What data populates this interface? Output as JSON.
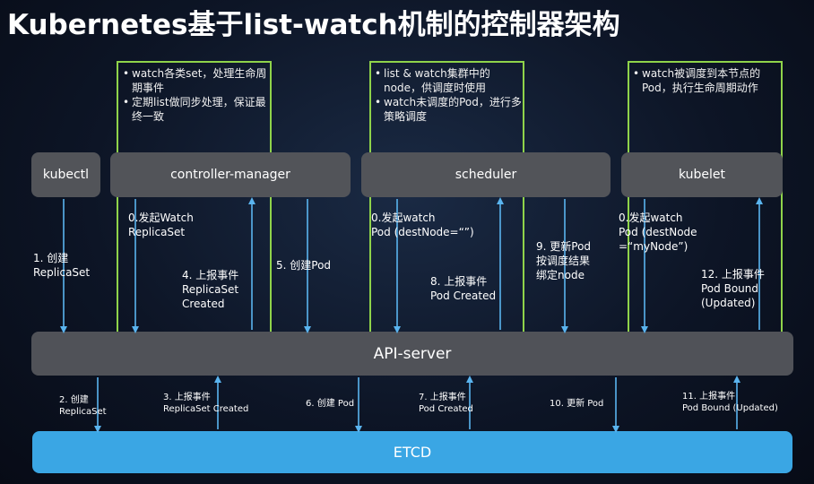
{
  "title": "Kubernetes基于list-watch机制的控制器架构",
  "components": {
    "kubectl": "kubectl",
    "controller_manager": "controller-manager",
    "scheduler": "scheduler",
    "kubelet": "kubelet",
    "api_server": "API-server",
    "etcd": "ETCD"
  },
  "notes": {
    "controller_manager": [
      "watch各类set，处理生命周期事件",
      "定期list做同步处理，保证最终一致"
    ],
    "scheduler": [
      "list & watch集群中的node，供调度时使用",
      "watch未调度的Pod，进行多策略调度"
    ],
    "kubelet": [
      "watch被调度到本节点的Pod，执行生命周期动作"
    ]
  },
  "labels": {
    "s1": [
      "1. 创建",
      "ReplicaSet"
    ],
    "s0_cm": [
      "0.发起Watch",
      "ReplicaSet"
    ],
    "s4": [
      "4. 上报事件",
      "ReplicaSet",
      "Created"
    ],
    "s5": [
      "5. 创建Pod"
    ],
    "s0_sched": [
      "0.发起watch",
      "Pod (destNode=“”)"
    ],
    "s8": [
      "8. 上报事件",
      "Pod Created"
    ],
    "s9": [
      "9. 更新Pod",
      "按调度结果",
      "绑定node"
    ],
    "s0_kubelet": [
      "0.发起watch",
      "Pod (destNode",
      "=“myNode”)"
    ],
    "s12": [
      "12. 上报事件",
      "Pod Bound",
      "(Updated)"
    ],
    "s2": [
      "2. 创建",
      "ReplicaSet"
    ],
    "s3": [
      "3. 上报事件",
      "ReplicaSet Created"
    ],
    "s6": [
      "6. 创建 Pod"
    ],
    "s7": [
      "7. 上报事件",
      "Pod Created"
    ],
    "s10": [
      "10. 更新 Pod"
    ],
    "s11": [
      "11. 上报事件",
      "Pod Bound (Updated)"
    ]
  },
  "colors": {
    "green_box": "#8fd34a",
    "arrow": "#5ab4ef",
    "component": "#525459",
    "etcd": "#3aa6e4"
  }
}
